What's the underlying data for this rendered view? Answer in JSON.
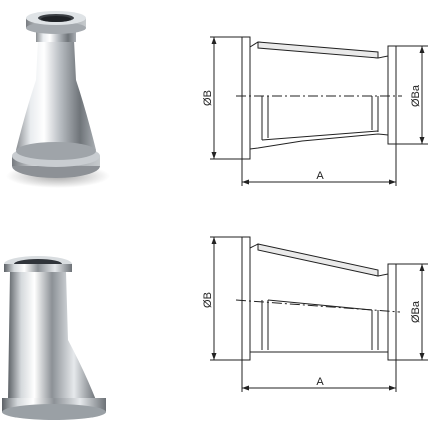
{
  "figures": [
    {
      "photo": "concentric-reducer-photo",
      "drawing": {
        "large_diameter_label": "ØB",
        "small_diameter_label": "ØBa",
        "length_label": "A"
      }
    },
    {
      "photo": "eccentric-reducer-photo",
      "drawing": {
        "large_diameter_label": "ØB",
        "small_diameter_label": "ØBa",
        "length_label": "A"
      }
    }
  ]
}
